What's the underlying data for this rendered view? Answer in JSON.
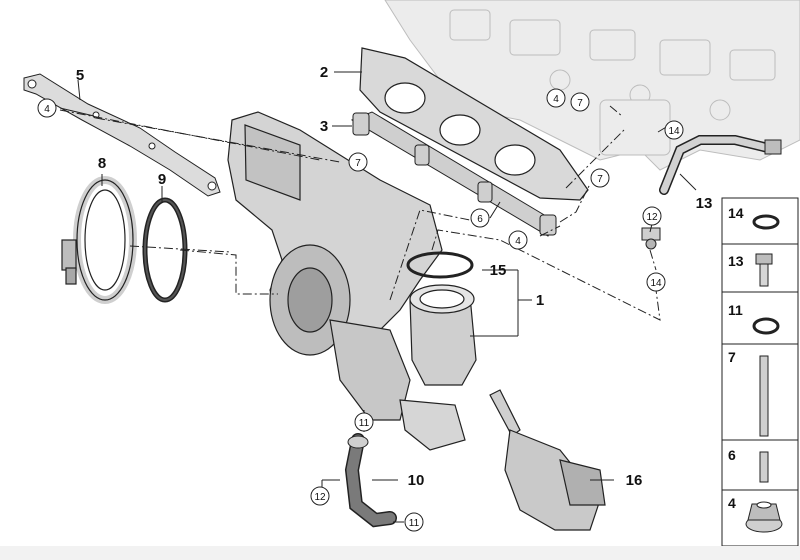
{
  "callouts": [
    {
      "id": "c5",
      "text": "5",
      "style": "plain"
    },
    {
      "id": "c4a",
      "text": "4",
      "style": "circle"
    },
    {
      "id": "c8",
      "text": "8",
      "style": "plain"
    },
    {
      "id": "c9",
      "text": "9",
      "style": "plain"
    },
    {
      "id": "c2",
      "text": "2",
      "style": "plain"
    },
    {
      "id": "c3",
      "text": "3",
      "style": "plain"
    },
    {
      "id": "c7a",
      "text": "7",
      "style": "circle"
    },
    {
      "id": "c4b",
      "text": "4",
      "style": "circle"
    },
    {
      "id": "c7b",
      "text": "7",
      "style": "circle"
    },
    {
      "id": "c14a",
      "text": "14",
      "style": "circle"
    },
    {
      "id": "c7c",
      "text": "7",
      "style": "circle"
    },
    {
      "id": "c6",
      "text": "6",
      "style": "circle"
    },
    {
      "id": "c4c",
      "text": "4",
      "style": "circle"
    },
    {
      "id": "c13",
      "text": "13",
      "style": "plain"
    },
    {
      "id": "c12a",
      "text": "12",
      "style": "circle"
    },
    {
      "id": "c15",
      "text": "15",
      "style": "plain"
    },
    {
      "id": "c1",
      "text": "1",
      "style": "plain"
    },
    {
      "id": "c14b",
      "text": "14",
      "style": "circle"
    },
    {
      "id": "c11a",
      "text": "11",
      "style": "circle"
    },
    {
      "id": "c10",
      "text": "10",
      "style": "plain"
    },
    {
      "id": "c12b",
      "text": "12",
      "style": "circle"
    },
    {
      "id": "c11b",
      "text": "11",
      "style": "circle"
    },
    {
      "id": "c16",
      "text": "16",
      "style": "plain"
    }
  ],
  "parts_panel": [
    {
      "number": "14",
      "part": "o-ring"
    },
    {
      "number": "13",
      "part": "banjo-bolt"
    },
    {
      "number": "11",
      "part": "sealing-ring"
    },
    {
      "number": "7",
      "part": "stud"
    },
    {
      "number": "6",
      "part": "spacer-sleeve"
    },
    {
      "number": "4",
      "part": "flange-nut"
    }
  ],
  "colors": {
    "line": "#222222",
    "part_fill": "#d6d6d6",
    "part_dark": "#9a9a9a",
    "engine_fill": "#e8e8e8"
  }
}
